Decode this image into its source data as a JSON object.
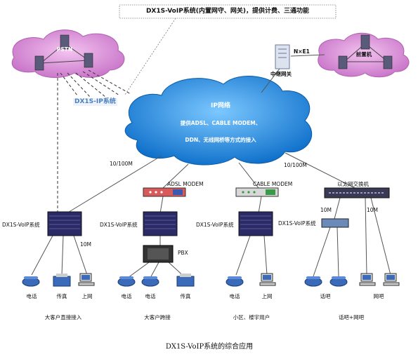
{
  "colors": {
    "cloud_pink": "#d98ad9",
    "cloud_blue": "#1e8ae0",
    "switch_body": "#2a2a66",
    "ip_system_label": "#4a7fc0",
    "modem_adsl": "#d85a5a",
    "modem_cable": "#3a9a4a",
    "line": "#555555"
  },
  "top_callout": "DX1S-VoIP系统(内置网守、网关)，提供计费、三通功能",
  "pstn": {
    "label": "PSTN"
  },
  "frontend": {
    "label": "前置机"
  },
  "relay": {
    "link_label": "N×E1",
    "gateway_label": "中继网关"
  },
  "ip_system": {
    "label": "DX1S-IP系统"
  },
  "ip_network": {
    "title": "IP网络",
    "line1": "提供ADSL、CABLE MODEM、",
    "line2": "DDN、无线网桥等方式的接入"
  },
  "links": {
    "left_speed": "10/100M",
    "right_speed": "10/100M"
  },
  "adsl_modem": {
    "label": "ADSL MODEM"
  },
  "cable_modem": {
    "label": "CABLE MODEM"
  },
  "ethernet_switch": {
    "label": "以太网交换机",
    "uplink_left": "10M",
    "uplink_right": "10M"
  },
  "systems": [
    {
      "label": "DX1S-VoIP系统"
    },
    {
      "label": "DX1S-VoIP系统"
    },
    {
      "label": "DX1S-VoIP系统"
    },
    {
      "label": "DX1S-VoIP系统"
    }
  ],
  "pbx": {
    "label": "PBX"
  },
  "speed_10m": "10M",
  "endpoints": {
    "g1": [
      "电话",
      "传真",
      "上网"
    ],
    "g2": [
      "电话",
      "电话",
      "传真"
    ],
    "g3": [
      "电话",
      "上网"
    ],
    "g4": [
      "话吧",
      "网吧"
    ]
  },
  "groups": [
    "大客户直接接入",
    "大客户跨接",
    "小区、楼宇用户",
    "话吧+网吧"
  ],
  "caption": "DX1S-VoIP系统的综合应用"
}
